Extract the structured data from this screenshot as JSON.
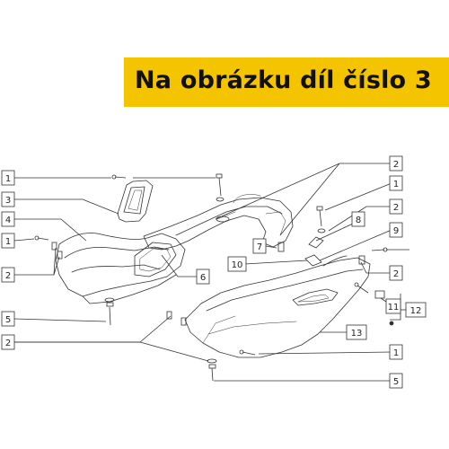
{
  "banner": {
    "text": "Na obrázku díl číslo 3",
    "color": "#f5c400"
  },
  "callouts": [
    {
      "id": "c1a",
      "number": "1"
    },
    {
      "id": "c3",
      "number": "3"
    },
    {
      "id": "c4",
      "number": "4"
    },
    {
      "id": "c1b",
      "number": "1"
    },
    {
      "id": "c2a",
      "number": "2"
    },
    {
      "id": "c5a",
      "number": "5"
    },
    {
      "id": "c2b",
      "number": "2"
    },
    {
      "id": "c2c",
      "number": "2"
    },
    {
      "id": "c1c",
      "number": "1"
    },
    {
      "id": "c2d",
      "number": "2"
    },
    {
      "id": "c8",
      "number": "8"
    },
    {
      "id": "c7",
      "number": "7"
    },
    {
      "id": "c9",
      "number": "9"
    },
    {
      "id": "c10",
      "number": "10"
    },
    {
      "id": "c6",
      "number": "6"
    },
    {
      "id": "c2e",
      "number": "2"
    },
    {
      "id": "c11",
      "number": "11"
    },
    {
      "id": "c12",
      "number": "12"
    },
    {
      "id": "c13",
      "number": "13"
    },
    {
      "id": "c1d",
      "number": "1"
    },
    {
      "id": "c5b",
      "number": "5"
    }
  ]
}
